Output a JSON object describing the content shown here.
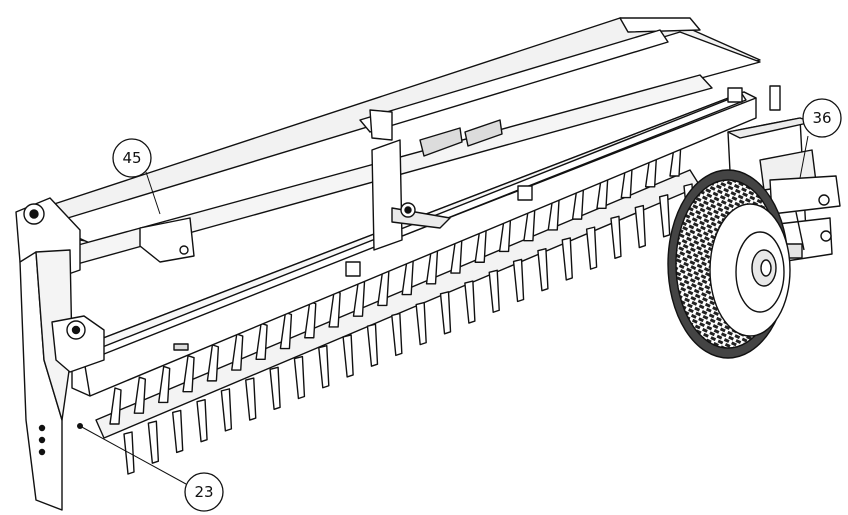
{
  "callouts": {
    "c45": "45",
    "c36": "36",
    "c23": "23"
  },
  "colors": {
    "line": "#111111",
    "fill": "#ffffff",
    "shade": "#e9e9e9",
    "tire": "#2a2a2a"
  }
}
